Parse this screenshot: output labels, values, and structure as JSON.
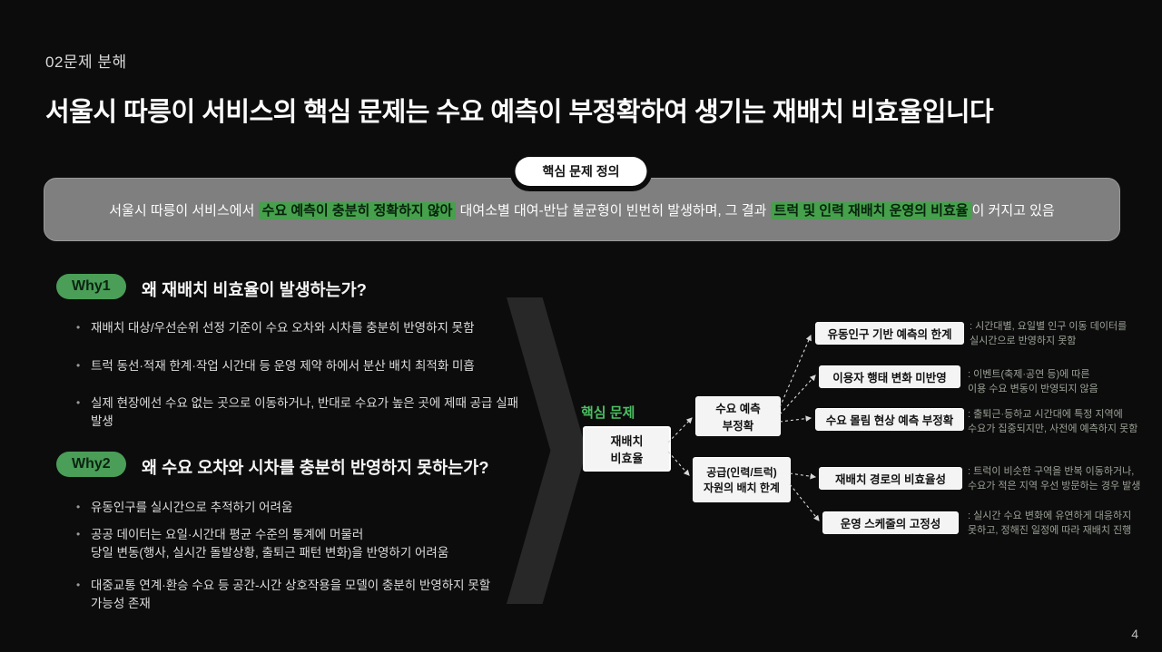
{
  "slide": {
    "kicker": "02문제 분해",
    "title": "서울시 따릉이 서비스의 핵심 문제는 수요 예측이 부정확하여 생기는 재배치 비효율입니다",
    "page_number": "4"
  },
  "colors": {
    "background": "#0c0c0c",
    "accent_green": "#4a9e57",
    "highlight_green": "#46a04c",
    "definition_box_gray": "#7f7f7f"
  },
  "definition": {
    "badge": "핵심 문제 정의",
    "pre": "서울시 따릉이 서비스에서 ",
    "highlight1": "수요 예측이 충분히 정확하지 않아",
    "mid": " 대여소별 대여-반납 불균형이 빈번히 발생하며, 그 결과 ",
    "highlight2": "트럭 및 인력 재배치 운영의 비효율",
    "post": "이 커지고 있음"
  },
  "why1": {
    "badge": "Why1",
    "question": "왜 재배치 비효율이 발생하는가?",
    "bullets": [
      "재배치 대상/우선순위 선정 기준이 수요 오차와 시차를 충분히 반영하지 못함",
      "트럭 동선·적재 한계·작업 시간대 등 운영 제약 하에서 분산 배치 최적화 미흡",
      "실제 현장에선 수요 없는 곳으로 이동하거나, 반대로 수요가 높은 곳에 제때 공급 실패\n발생"
    ]
  },
  "why2": {
    "badge": "Why2",
    "question": "왜 수요 오차와 시차를 충분히 반영하지 못하는가?",
    "bullets": [
      "유동인구를 실시간으로 추적하기 어려움",
      "공공 데이터는 요일·시간대 평균 수준의 통계에 머물러\n당일 변동(행사, 실시간 돌발상황, 출퇴근 패턴 변화)을 반영하기 어려움",
      "대중교통 연계·환승 수요 등 공간-시간 상호작용을 모델이 충분히 반영하지 못할\n가능성 존재"
    ]
  },
  "diagram": {
    "root_label": "핵심 문제",
    "root_box": "재배치\n비효율",
    "mid_boxes": [
      "수요 예측\n부정확",
      "공급(인력/트럭)\n자원의 배치 한계"
    ],
    "leaves": [
      {
        "label": "유동인구 기반 예측의 한계",
        "note": ": 시간대별, 요일별 인구 이동 데이터를\n실시간으로 반영하지 못함"
      },
      {
        "label": "이용자 행태 변화 미반영",
        "note": ": 이벤트(축제·공연 등)에 따른\n이용 수요 변동이 반영되지 않음"
      },
      {
        "label": "수요 몰림 현상 예측 부정확",
        "note": ": 출퇴근·등하교 시간대에 특정 지역에\n수요가 집중되지만, 사전에 예측하지 못함"
      },
      {
        "label": "재배치 경로의 비효율성",
        "note": ": 트럭이 비슷한 구역을 반복 이동하거나,\n수요가 적은 지역 우선 방문하는 경우 발생"
      },
      {
        "label": "운영 스케줄의 고정성",
        "note": ": 실시간 수요 변화에 유연하게 대응하지\n못하고, 정해진 일정에 따라 재배치 진행"
      }
    ]
  }
}
